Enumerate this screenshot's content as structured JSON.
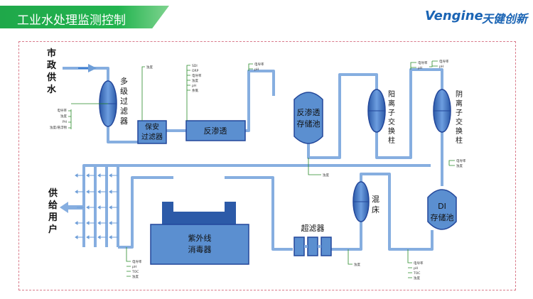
{
  "header": {
    "title": "工业水处理监测控制",
    "logo_word": "Vengine",
    "logo_cn": "天健创新"
  },
  "inlet": {
    "label_lines": [
      "市",
      "政",
      "供",
      "水"
    ]
  },
  "outlet": {
    "label_lines": [
      "供",
      "给",
      "用",
      "户"
    ]
  },
  "units": {
    "multi_filter": {
      "label_lines": [
        "多",
        "级",
        "过",
        "滤",
        "器"
      ]
    },
    "security_filter": {
      "label_lines": [
        "保安",
        "过滤器"
      ]
    },
    "ro": {
      "label": "反渗透"
    },
    "ro_tank": {
      "label_lines": [
        "反渗透",
        "存储池"
      ]
    },
    "cation": {
      "label_lines": [
        "阳",
        "离",
        "子",
        "交",
        "换",
        "柱"
      ]
    },
    "anion": {
      "label_lines": [
        "阴",
        "离",
        "子",
        "交",
        "换",
        "柱"
      ]
    },
    "di_tank": {
      "label_lines": [
        "DI",
        "存储池"
      ]
    },
    "mixed_bed": {
      "label_lines": [
        "混",
        "床"
      ]
    },
    "ultrafilter": {
      "label": "超滤器"
    },
    "uv": {
      "label_lines": [
        "紫外线",
        "消毒器"
      ]
    }
  },
  "sensors": {
    "inlet": [
      "电导率",
      "浊度",
      "PH",
      "浊度/悬浮物"
    ],
    "after_multi": [
      "浊度"
    ],
    "after_security": [
      "SDI",
      "ORP",
      "电导率",
      "浊度",
      "pH",
      "余氯"
    ],
    "after_ro": [
      "电导率",
      "pH"
    ],
    "ro_tank": [
      "浊度"
    ],
    "cation": [
      "电导率",
      "pH"
    ],
    "anion": [
      "电导率",
      "pH"
    ],
    "di_tank_in": [
      "电导率",
      "浊度"
    ],
    "di_tank_out": [
      "电导率",
      "pH",
      "TOC",
      "浊度"
    ],
    "mixed_bed": [
      "浊度"
    ],
    "ultrafilter": [
      "浊度"
    ],
    "supply": [
      "电导率",
      "pH",
      "TOC",
      "浊度"
    ]
  },
  "colors": {
    "pipe": "#86aee0",
    "pipe_stroke": "#4f86c6",
    "unit_fill": "#5b8fd0",
    "unit_dark": "#2c5aa8",
    "unit_deep": "#23479a",
    "title_green": "#22b44f",
    "panel_border": "#d97a8a"
  }
}
